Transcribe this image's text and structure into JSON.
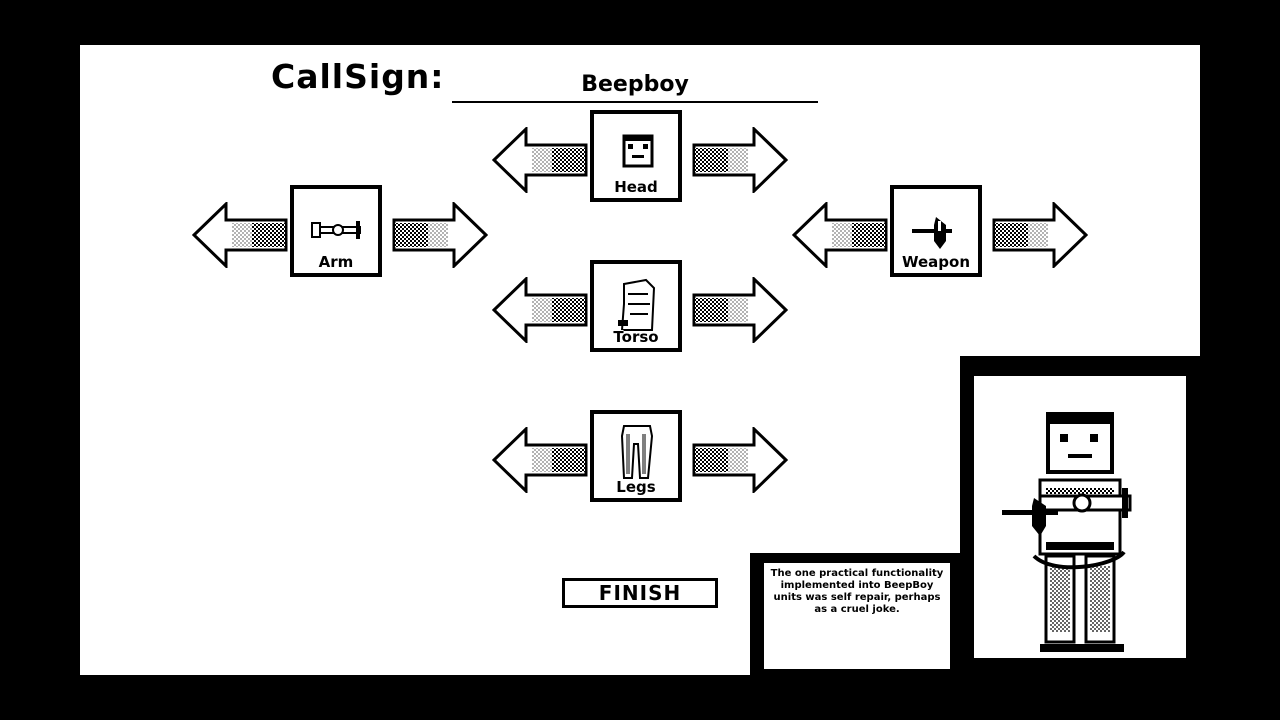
{
  "callsign": {
    "label": "CallSign:",
    "value": "Beepboy"
  },
  "parts": {
    "head": {
      "label": "Head"
    },
    "torso": {
      "label": "Torso"
    },
    "legs": {
      "label": "Legs"
    },
    "arm": {
      "label": "Arm"
    },
    "weapon": {
      "label": "Weapon"
    }
  },
  "finish_label": "FINISH",
  "description": "The one practical functionality implemented into BeepBoy units was self repair, perhaps as a cruel joke.",
  "icons": {
    "prev": "left-arrow-icon",
    "next": "right-arrow-icon"
  },
  "colors": {
    "background": "#000000",
    "screen": "#ffffff",
    "ink": "#000000"
  }
}
